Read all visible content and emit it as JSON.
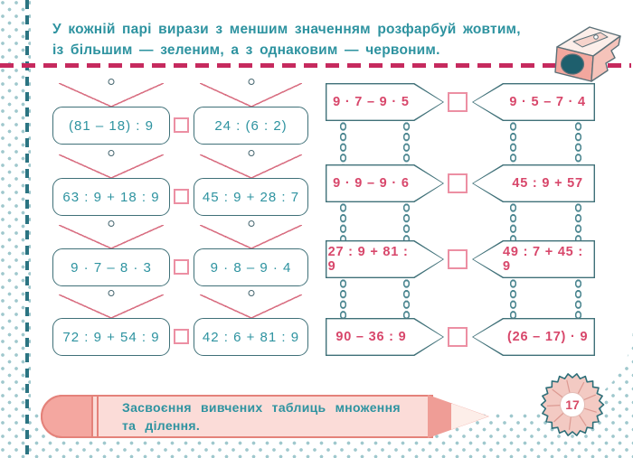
{
  "header": {
    "instruction_line1": "У кожній парі вирази з меншим значенням розфарбуй жовтим,",
    "instruction_line2": "із більшим — зеленим, а з однаковим — червоним."
  },
  "sign_pairs": [
    {
      "left": "(81 – 18) : 9",
      "right": "24 : (6 : 2)"
    },
    {
      "left": "63 : 9 + 18 : 9",
      "right": "45 : 9 + 28 : 7"
    },
    {
      "left": "9 · 7 – 8 · 3",
      "right": "9 · 8 – 9 · 4"
    },
    {
      "left": "72 : 9 + 54 : 9",
      "right": "42 : 6 + 81 : 9"
    }
  ],
  "arrow_pairs": [
    {
      "left": "9 · 7 – 9 · 5",
      "right": "9 · 5 – 7 · 4"
    },
    {
      "left": "9 · 9 – 9 · 6",
      "right": "45 : 9 + 57"
    },
    {
      "left": "27 : 9 + 81 : 9",
      "right": "49 : 7 + 45 : 9"
    },
    {
      "left": "90 – 36 : 9",
      "right": "(26 – 17) · 9"
    }
  ],
  "footer": {
    "line1": "Засвоєння вивчених таблиць множення",
    "line2": "та ділення.",
    "page_number": "17"
  },
  "icons": {
    "top_right": "pencil-sharpener-icon",
    "footer": "pencil-icon",
    "page_badge": "pencil-shaving-flower-badge"
  },
  "colors": {
    "teal_text": "#2e93a0",
    "teal_dark": "#3f7078",
    "teal_line": "#2b7482",
    "red_text": "#d8476b",
    "red_line": "#c62a5e",
    "hanger": "#d97083",
    "square_border": "#ec8fa3",
    "chain": "#4a858f",
    "dot": "#9fc8cd",
    "pencil_outline": "#e4827a",
    "pencil_body": "#fbdcd8",
    "pencil_eraser": "#f4a7a0",
    "badge_red": "#d84b66"
  }
}
